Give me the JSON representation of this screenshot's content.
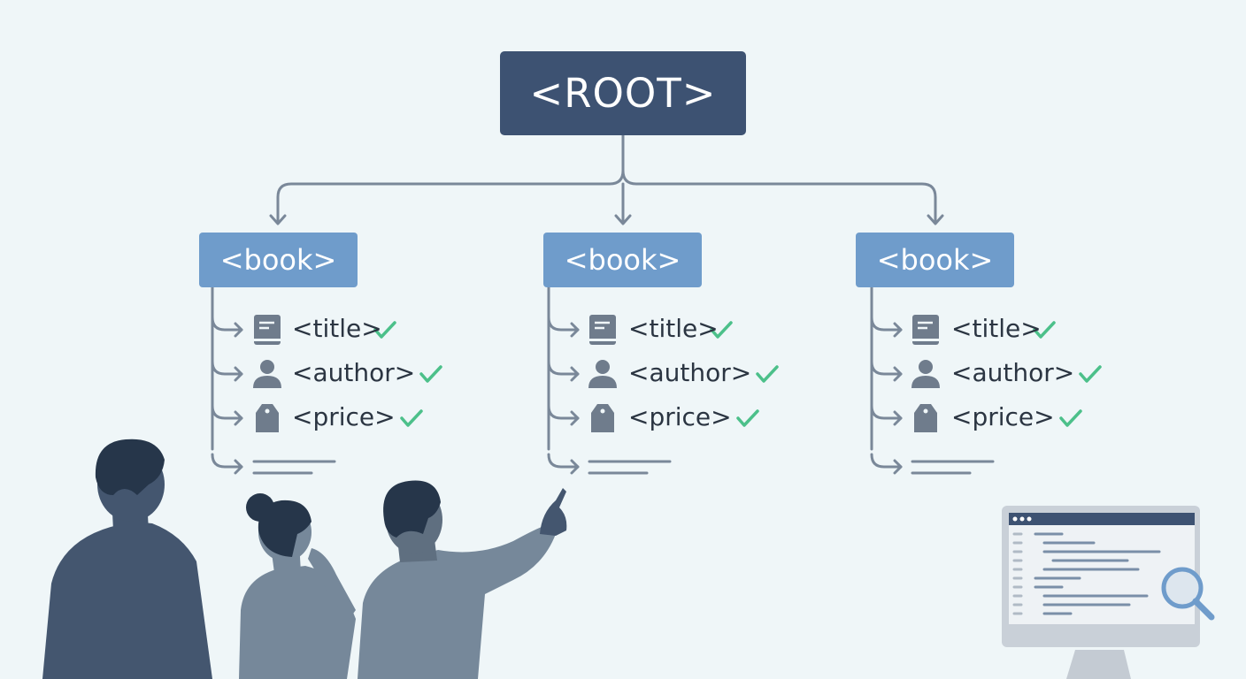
{
  "root": {
    "label": "<ROOT>"
  },
  "books": [
    {
      "label": "<book>",
      "children": [
        {
          "label": "<title>",
          "icon": "book-icon",
          "checked": true
        },
        {
          "label": "<author>",
          "icon": "person-icon",
          "checked": true
        },
        {
          "label": "<price>",
          "icon": "price-tag-icon",
          "checked": true
        }
      ]
    },
    {
      "label": "<book>",
      "children": [
        {
          "label": "<title>",
          "icon": "book-icon",
          "checked": true
        },
        {
          "label": "<author>",
          "icon": "person-icon",
          "checked": true
        },
        {
          "label": "<price>",
          "icon": "price-tag-icon",
          "checked": true
        }
      ]
    },
    {
      "label": "<book>",
      "children": [
        {
          "label": "<title>",
          "icon": "book-icon",
          "checked": true
        },
        {
          "label": "<author>",
          "icon": "person-icon",
          "checked": true
        },
        {
          "label": "<price>",
          "icon": "price-tag-icon",
          "checked": true
        }
      ]
    }
  ],
  "colors": {
    "background": "#eff6f8",
    "root_fill": "#3d5272",
    "book_fill": "#6f9ccb",
    "connector": "#7a8899",
    "check": "#4cc08a",
    "icon": "#6f7c8c"
  },
  "illustration": {
    "people": [
      "person-silhouette",
      "person-silhouette",
      "person-pointing-silhouette"
    ],
    "monitor": "code-monitor-icon",
    "magnifier": "magnifier-icon"
  }
}
